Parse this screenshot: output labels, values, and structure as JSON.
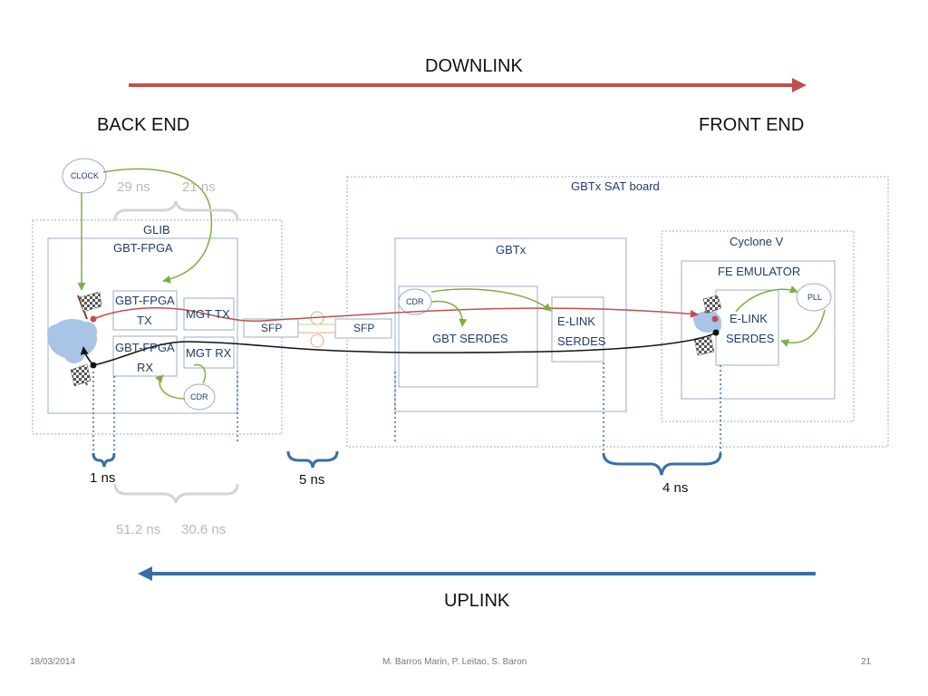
{
  "labels": {
    "downlink": "DOWNLINK",
    "uplink": "UPLINK",
    "back_end": "BACK END",
    "front_end": "FRONT END",
    "clock": "CLOCK",
    "glib": "GLIB",
    "gbt_fpga": "GBT-FPGA",
    "gbt_fpga_tx_1": "GBT-FPGA",
    "gbt_fpga_tx_2": "TX",
    "gbt_fpga_rx_1": "GBT-FPGA",
    "gbt_fpga_rx_2": "RX",
    "mgt_tx": "MGT TX",
    "mgt_rx": "MGT RX",
    "cdr_left": "CDR",
    "sfp_left": "SFP",
    "sfp_right": "SFP",
    "gbtx_sat_board": "GBTx SAT board",
    "gbtx": "GBTx",
    "cdr_gbtx": "CDR",
    "gbt_serdes": "GBT SERDES",
    "elink_serdes_gbtx_1": "E-LINK",
    "elink_serdes_gbtx_2": "SERDES",
    "cyclone_v": "Cyclone V",
    "fe_emulator": "FE EMULATOR",
    "pll": "PLL",
    "elink_serdes_fe_1": "E-LINK",
    "elink_serdes_fe_2": "SERDES"
  },
  "timings": {
    "tx_a": "29 ns",
    "tx_b": "21 ns",
    "rx_a": "51.2 ns",
    "rx_b": "30.6 ns",
    "left": "1 ns",
    "fiber": "5 ns",
    "right": "4 ns"
  },
  "footer": {
    "date": "18/03/2014",
    "authors": "M. Barros Marin, P. Leitao, S. Baron",
    "page": "21"
  },
  "colors": {
    "downlink": "#c0504d",
    "uplink": "#3a6ea5",
    "box_border": "#9aaccc",
    "green": "#7fae3f",
    "cloud": "#a9c4e6",
    "text_blue": "#1f3d6b",
    "gray_text": "#b9b9b9"
  }
}
